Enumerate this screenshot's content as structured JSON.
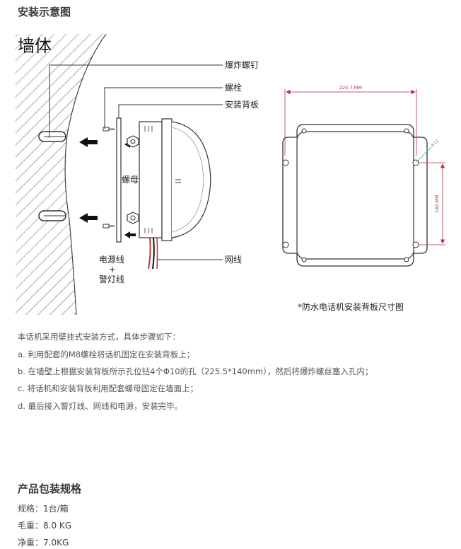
{
  "section_install": {
    "title": "安装示意图"
  },
  "diagram": {
    "wall_label": "墙体",
    "callouts": {
      "anchor": "爆炸螺钉",
      "bolt": "螺栓",
      "plate": "安装背板",
      "nut": "螺母",
      "power_line1": "电源线",
      "power_plus": "+",
      "power_line2": "警灯线",
      "network": "网线"
    },
    "dims": {
      "width": "225.7 MM",
      "height": "140 MM",
      "hole": "Φ12"
    },
    "caption": "*防水电话机安装背板尺寸图"
  },
  "instructions": {
    "intro": "本话机采用壁挂式安装方式，具体步骤如下：",
    "steps": [
      "a. 利用配套的M8螺栓将话机固定在安装背板上；",
      "b. 在墙壁上根据安装背板所示孔位钻4个Φ10的孔（225.5*140mm），然后将爆炸螺丝塞入孔内；",
      "c. 将话机和安装背板利用配套螺母固定在墙面上；",
      "d. 最后接入警灯线、网线和电源，安装完毕。"
    ]
  },
  "section_pack": {
    "title": "产品包装规格",
    "rows": [
      "规格：1台/箱",
      "毛重：8.0 KG",
      "净重：7.0KG"
    ]
  },
  "colors": {
    "dimension": "#b03040",
    "hole_leader": "#2aa6c8",
    "wire": "#c0392b"
  }
}
